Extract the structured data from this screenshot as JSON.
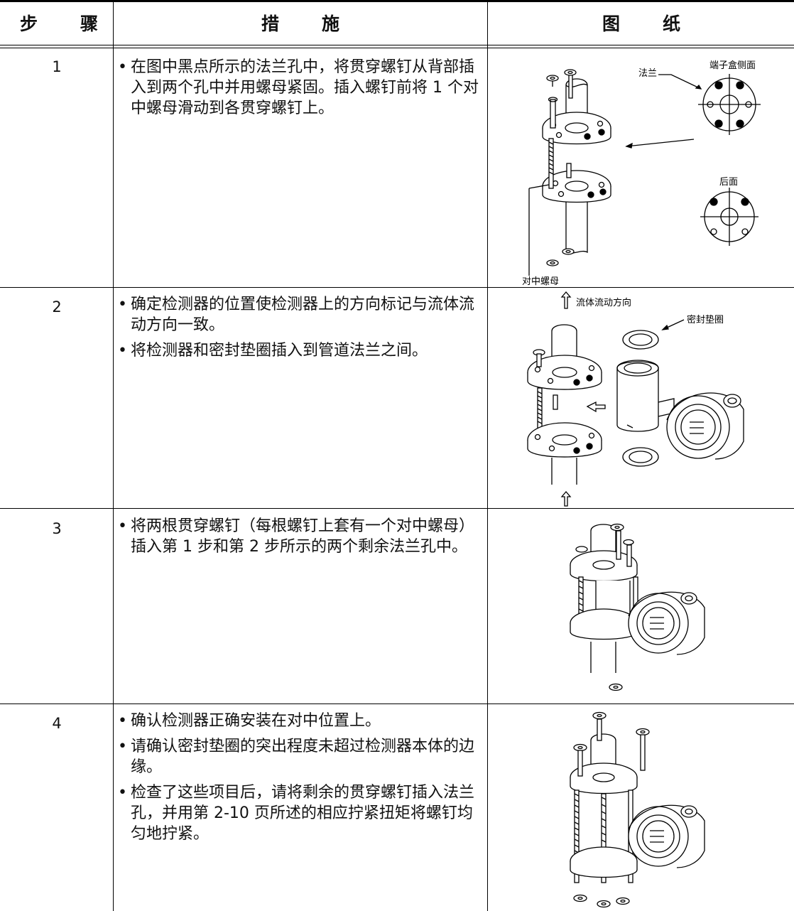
{
  "table": {
    "header": {
      "step": [
        "步",
        "骤"
      ],
      "measure": [
        "措",
        "施"
      ],
      "drawing": [
        "图",
        "纸"
      ]
    },
    "rows": [
      {
        "step": "1",
        "bullets": [
          "在图中黑点所示的法兰孔中，将贯穿螺钉从背部插入到两个孔中并用螺母紧固。插入螺钉前将 1 个对中螺母滑动到各贯穿螺钉上。"
        ],
        "figure_labels": {
          "flange": "法兰",
          "terminal_side": "端子盒侧面",
          "back": "后面",
          "centering_nut": "对中螺母"
        }
      },
      {
        "step": "2",
        "bullets": [
          "确定检测器的位置使检测器上的方向标记与流体流动方向一致。",
          "将检测器和密封垫圈插入到管道法兰之间。"
        ],
        "figure_labels": {
          "flow_direction": "流体流动方向",
          "gasket": "密封垫圈"
        }
      },
      {
        "step": "3",
        "bullets": [
          "将两根贯穿螺钉（每根螺钉上套有一个对中螺母）插入第 1 步和第 2 步所示的两个剩余法兰孔中。"
        ],
        "figure_labels": {}
      },
      {
        "step": "4",
        "bullets": [
          "确认检测器正确安装在对中位置上。",
          "请确认密封垫圈的突出程度未超过检测器本体的边缘。",
          "检查了这些项目后，请将剩余的贯穿螺钉插入法兰孔，并用第 2-10 页所述的相应拧紧扭矩将螺钉均匀地拧紧。"
        ],
        "figure_labels": {}
      }
    ]
  }
}
